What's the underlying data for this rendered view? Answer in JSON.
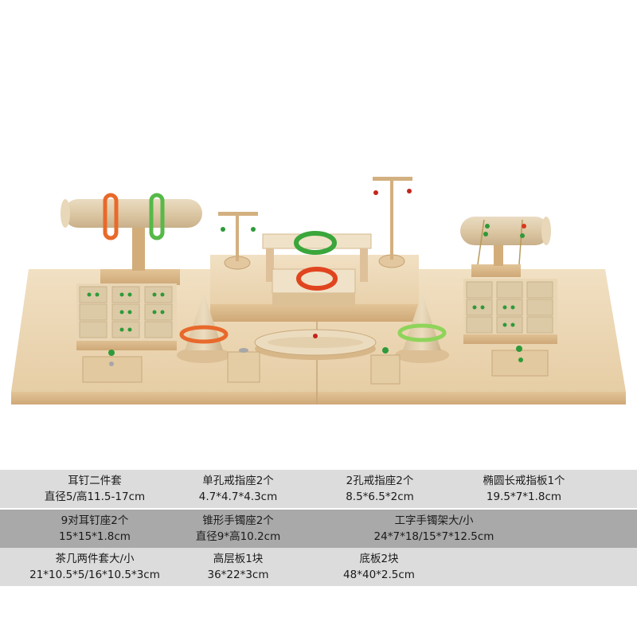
{
  "colors": {
    "wood_light": "#efdcbd",
    "wood_mid": "#e3c79d",
    "wood_dark": "#caa473",
    "beige": "#ddcaa8",
    "jade_green": "#3aa63b",
    "agate_red": "#e0451f",
    "band_light": "#dcdcdc",
    "band_dark": "#a9a9a9"
  },
  "specs": [
    [
      {
        "name": "耳钉二件套",
        "size": "直径5/高11.5-17cm"
      },
      {
        "name": "单孔戒指座2个",
        "size": "4.7*4.7*4.3cm"
      },
      {
        "name": "2孔戒指座2个",
        "size": "8.5*6.5*2cm"
      },
      {
        "name": "椭圆长戒指板1个",
        "size": "19.5*7*1.8cm"
      }
    ],
    [
      {
        "name": "9对耳钉座2个",
        "size": "15*15*1.8cm"
      },
      {
        "name": "锥形手镯座2个",
        "size": "直径9*高10.2cm"
      },
      {
        "name": "工字手镯架大/小",
        "size": "24*7*18/15*7*12.5cm"
      }
    ],
    [
      {
        "name": "茶几两件套大/小",
        "size": "21*10.5*5/16*10.5*3cm"
      },
      {
        "name": "高层板1块",
        "size": "36*22*3cm"
      },
      {
        "name": "底板2块",
        "size": "48*40*2.5cm"
      }
    ]
  ]
}
